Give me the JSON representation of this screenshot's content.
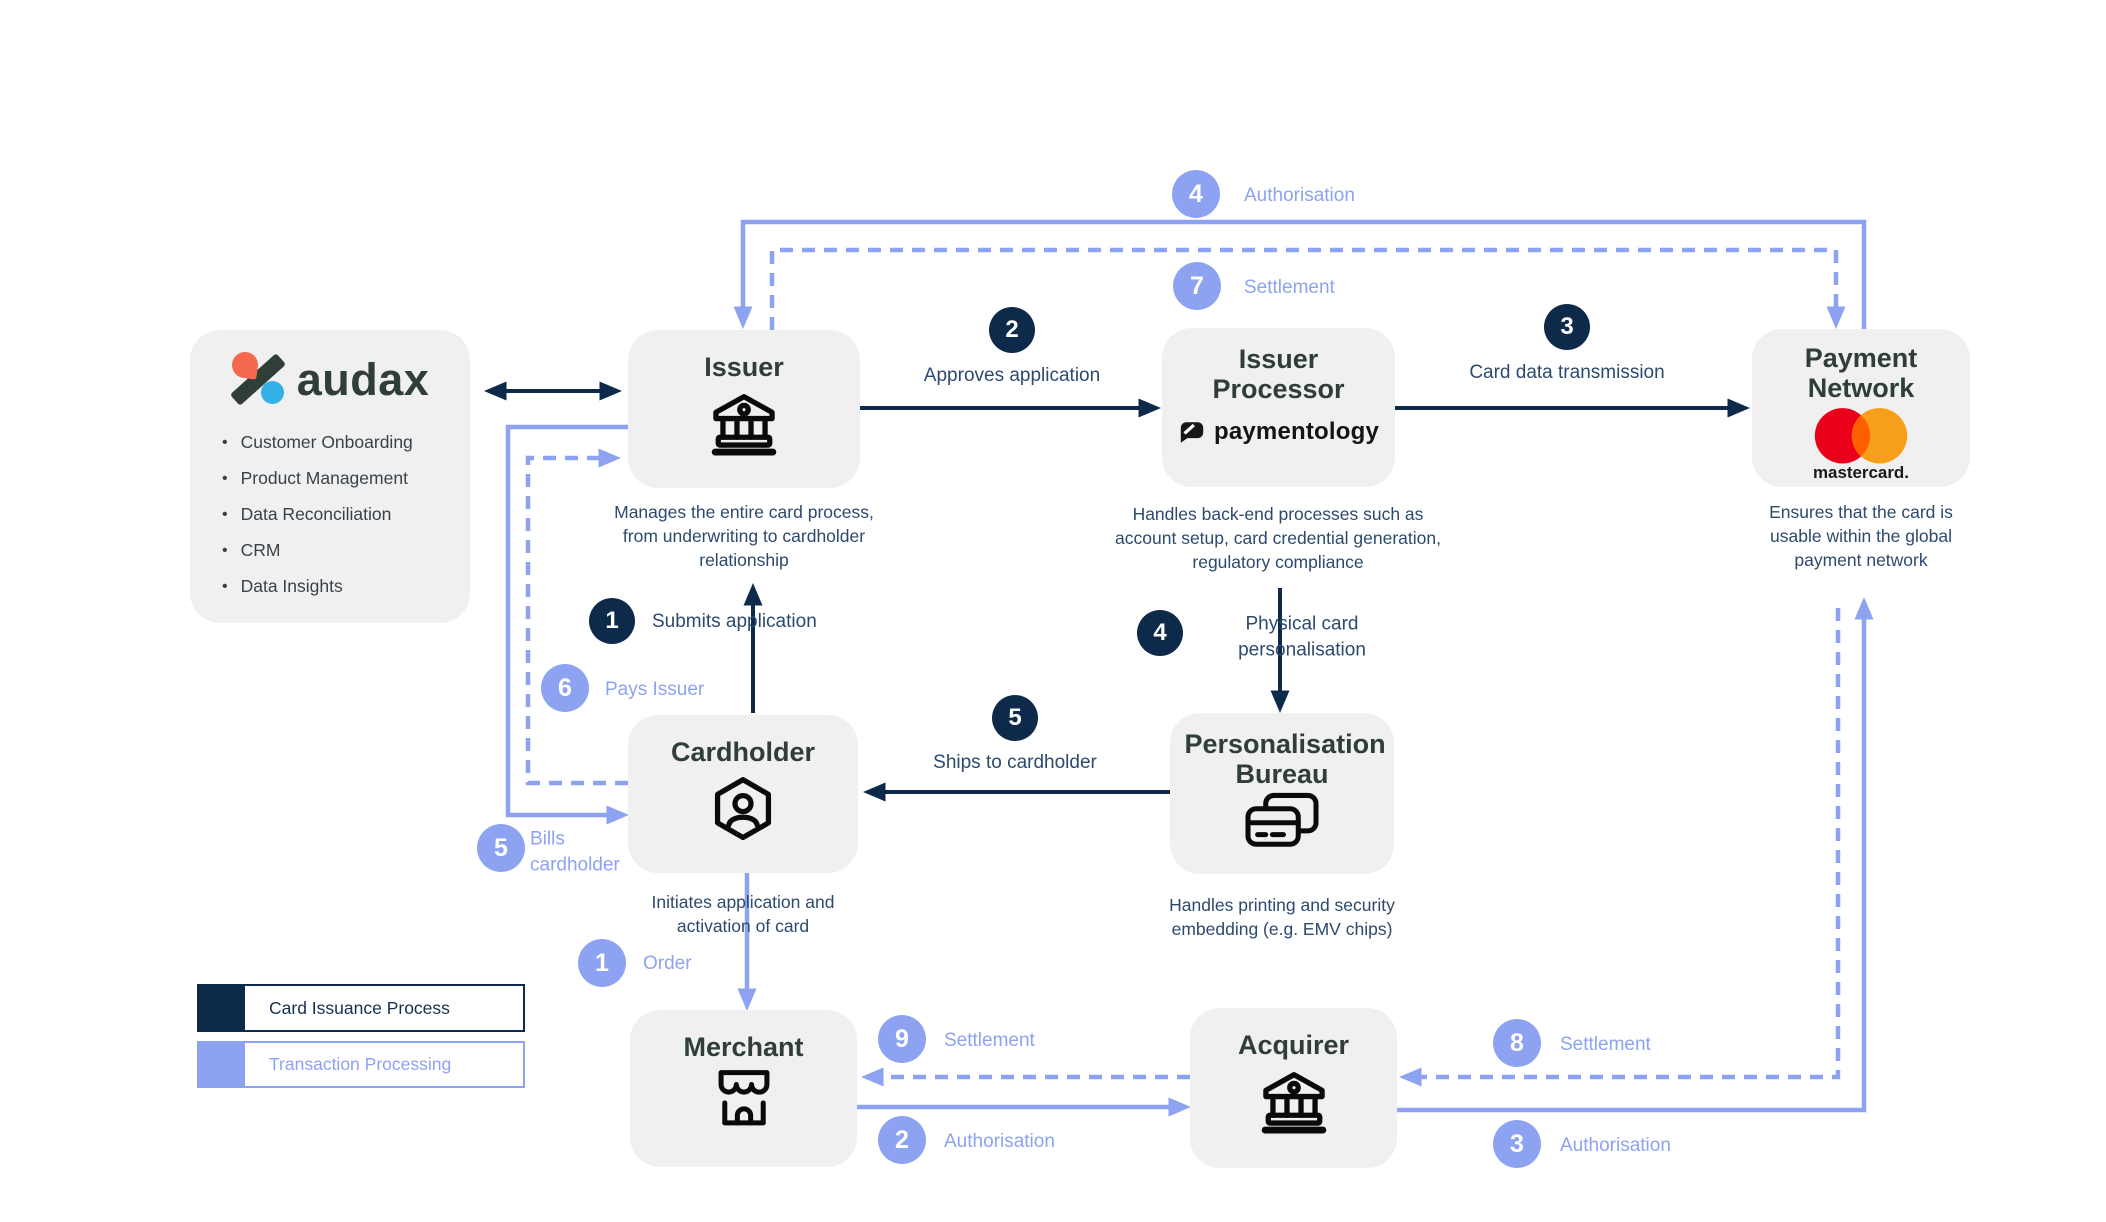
{
  "colors": {
    "navy": "#0e2a4b",
    "periwinkle": "#8da3f1",
    "entity_bg": "#f0f0f1",
    "title_text": "#2f3e36",
    "description_text": "#2c4a6e",
    "audax_orange": "#f4684e",
    "audax_blue": "#33b1e6",
    "mastercard_red": "#eb001b",
    "mastercard_orange": "#f79e1b"
  },
  "audax_panel": {
    "brand": "audax",
    "services": [
      "Customer Onboarding",
      "Product Management",
      "Data Reconciliation",
      "CRM",
      "Data Insights"
    ]
  },
  "entities": {
    "issuer": {
      "title": "Issuer",
      "description": "Manages the entire card process, from underwriting to cardholder relationship"
    },
    "issuer_processor": {
      "title": "Issuer Processor",
      "description": "Handles back-end processes such as account setup, card credential generation, regulatory compliance"
    },
    "payment_network": {
      "title": "Payment Network",
      "description": "Ensures that the card is usable within the global payment network"
    },
    "cardholder": {
      "title": "Cardholder",
      "description": "Initiates application and activation of card"
    },
    "personalisation_bureau": {
      "title": "Personalisation Bureau",
      "description": "Handles printing and security embedding (e.g. EMV chips)"
    },
    "merchant": {
      "title": "Merchant"
    },
    "acquirer": {
      "title": "Acquirer"
    }
  },
  "logos": {
    "paymentology": "paymentology",
    "mastercard": "mastercard."
  },
  "issuance_steps": [
    {
      "num": "1",
      "label": "Submits application"
    },
    {
      "num": "2",
      "label": "Approves application"
    },
    {
      "num": "3",
      "label": "Card data transmission"
    },
    {
      "num": "4",
      "label": "Physical card personalisation"
    },
    {
      "num": "5",
      "label": "Ships to cardholder"
    }
  ],
  "transaction_steps": [
    {
      "num": "1",
      "label": "Order"
    },
    {
      "num": "2",
      "label": "Authorisation"
    },
    {
      "num": "3",
      "label": "Authorisation"
    },
    {
      "num": "4",
      "label": "Authorisation"
    },
    {
      "num": "5",
      "label": "Bills cardholder"
    },
    {
      "num": "6",
      "label": "Pays Issuer"
    },
    {
      "num": "7",
      "label": "Settlement"
    },
    {
      "num": "8",
      "label": "Settlement"
    },
    {
      "num": "9",
      "label": "Settlement"
    }
  ],
  "legend": {
    "issuance": "Card Issuance Process",
    "transaction": "Transaction Processing"
  }
}
